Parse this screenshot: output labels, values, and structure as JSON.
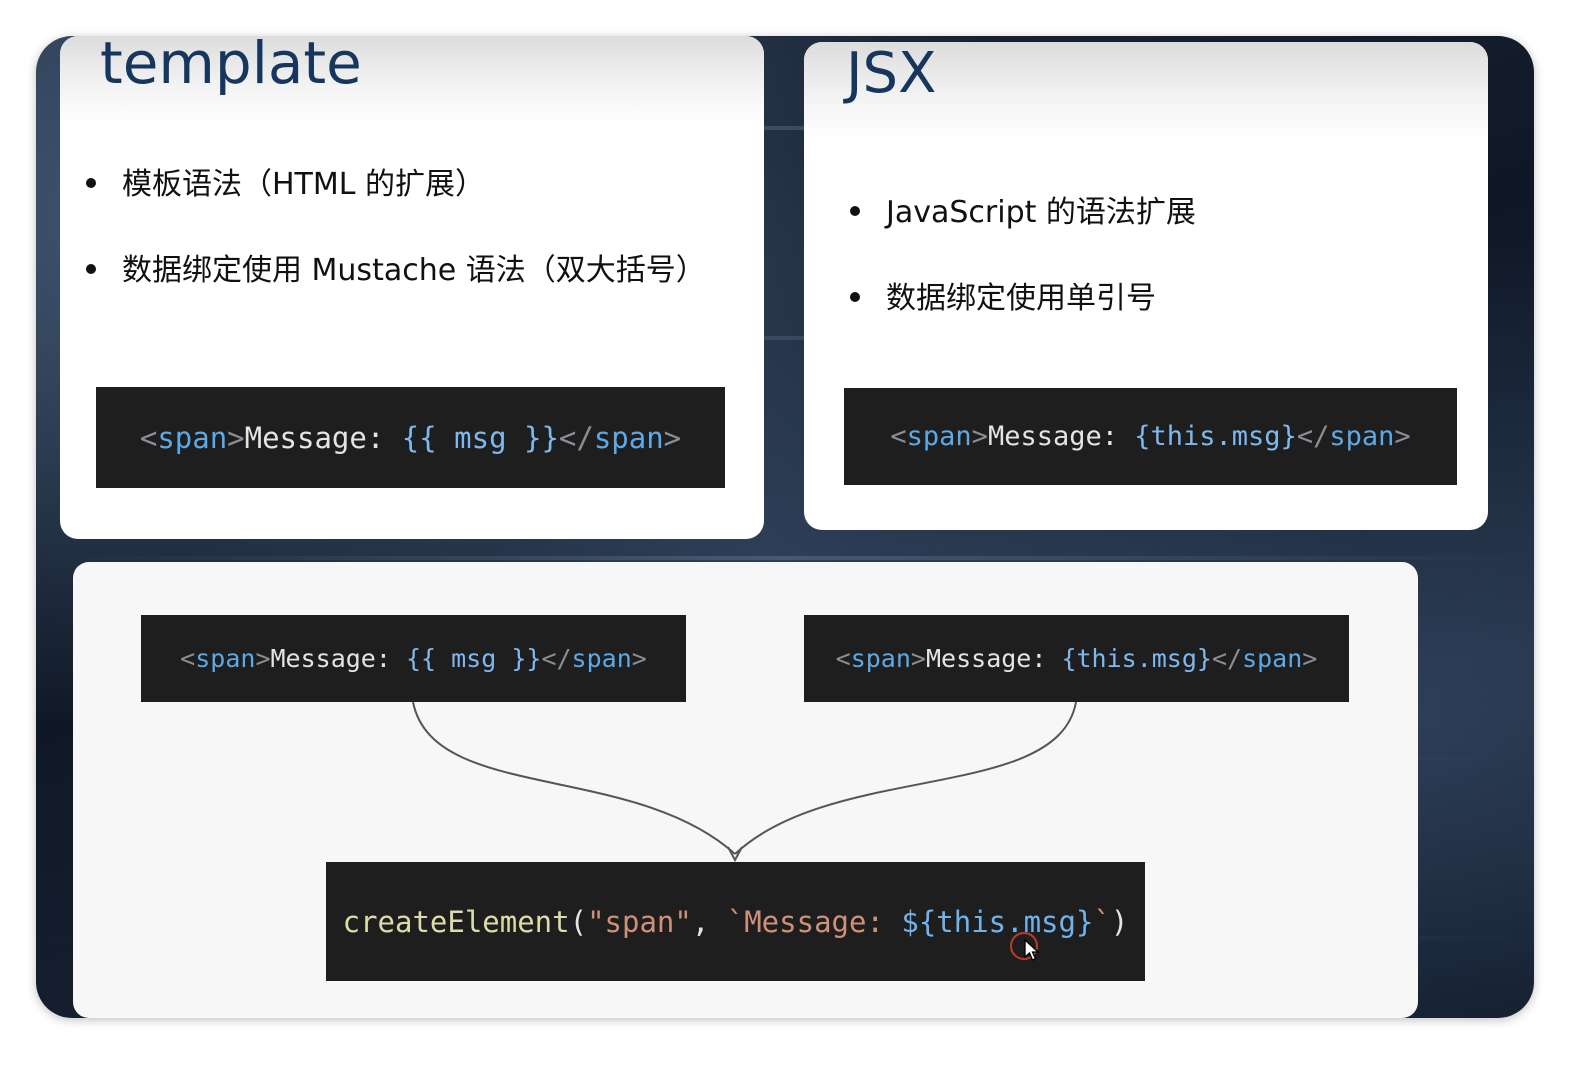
{
  "template_card": {
    "title": "template",
    "bullets": [
      "模板语法（HTML 的扩展）",
      "数据绑定使用 Mustache 语法（双大括号）"
    ],
    "code": {
      "open_lt": "<",
      "open_tag": "span",
      "open_gt": ">",
      "text": "Message: ",
      "expr": "{{ msg }}",
      "close_lt": "</",
      "close_tag": "span",
      "close_gt": ">"
    }
  },
  "jsx_card": {
    "title": "JSX",
    "bullets": [
      "JavaScript 的语法扩展",
      "数据绑定使用单引号"
    ],
    "code": {
      "open_lt": "<",
      "open_tag": "span",
      "open_gt": ">",
      "text": "Message: ",
      "expr": "{this.msg}",
      "close_lt": "</",
      "close_tag": "span",
      "close_gt": ">"
    }
  },
  "diagram": {
    "left_code": {
      "open_lt": "<",
      "open_tag": "span",
      "open_gt": ">",
      "text": "Message: ",
      "expr": "{{ msg }}",
      "close_lt": "</",
      "close_tag": "span",
      "close_gt": ">"
    },
    "right_code": {
      "open_lt": "<",
      "open_tag": "span",
      "open_gt": ">",
      "text": "Message: ",
      "expr": "{this.msg}",
      "close_lt": "</",
      "close_tag": "span",
      "close_gt": ">"
    },
    "result_code": {
      "fn": "createElement",
      "paren_open": "(",
      "arg1": "\"span\"",
      "comma": ", ",
      "tpl_start": "`Message: ",
      "tpl_expr": "${this.msg}",
      "tpl_end": "`",
      "paren_close": ")"
    }
  },
  "colors": {
    "title": "#17365d",
    "code_bg": "#1e1e1e",
    "code_tag": "#5ca9e6",
    "code_string": "#ce9178",
    "code_function": "#dcdcaa",
    "arrow": "#555555",
    "cursor_ring": "#c0392b"
  },
  "icons": {
    "cursor": "mouse-pointer-icon",
    "bullet": "bullet-dot-icon",
    "connector": "curved-arrow-icon"
  }
}
